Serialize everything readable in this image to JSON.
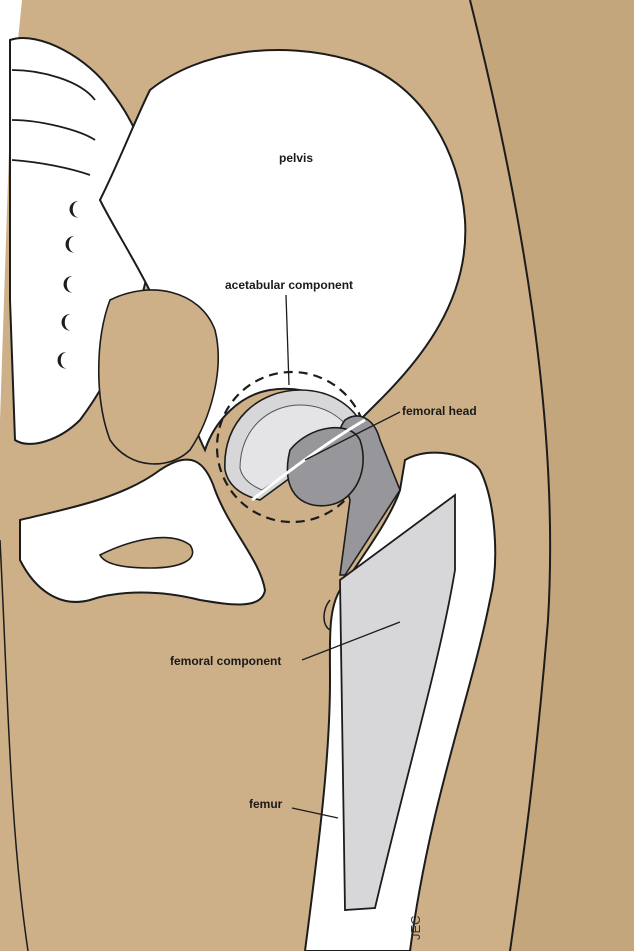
{
  "diagram": {
    "labels": {
      "pelvis": "pelvis",
      "acetabular_component": "acetabular component",
      "femoral_head": "femoral head",
      "femoral_component": "femoral component",
      "femur": "femur"
    },
    "signature": "JEC"
  },
  "colors": {
    "skin": "#cdb088",
    "bone": "#ffffff",
    "outline": "#1c1c1c",
    "implant_light": "#d7d7d9",
    "implant_dark": "#97979b"
  }
}
